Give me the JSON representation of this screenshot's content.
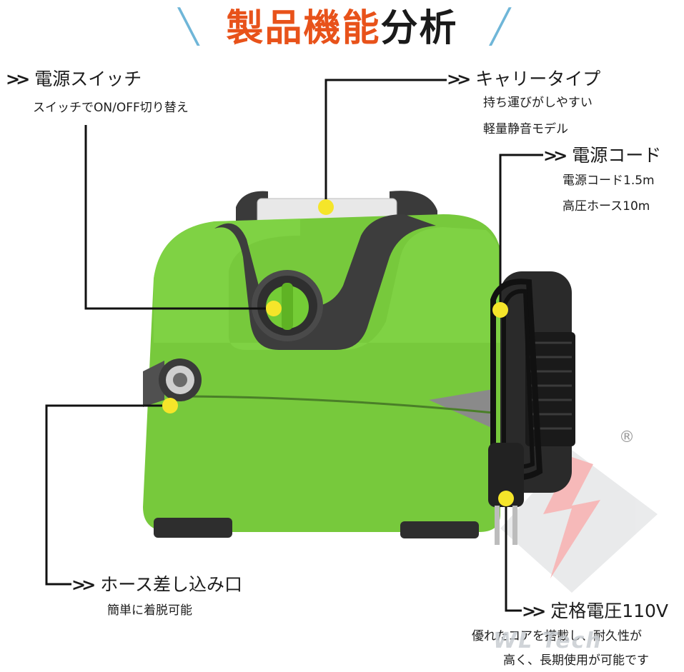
{
  "title": {
    "part1": "製品機能",
    "part2": "分析"
  },
  "callouts": {
    "power_switch": {
      "label": "電源スイッチ",
      "desc": [
        "スイッチでON/OFF切り替え"
      ]
    },
    "carry_type": {
      "label": "キャリータイプ",
      "desc": [
        "持ち運びがしやすい",
        "軽量静音モデル"
      ]
    },
    "power_cord": {
      "label": "電源コード",
      "desc": [
        "電源コード1.5m",
        "高圧ホース10m"
      ]
    },
    "hose_inlet": {
      "label": "ホース差し込み口",
      "desc": [
        "簡単に着脱可能"
      ]
    },
    "voltage": {
      "label": "定格電圧110V",
      "desc": [
        "優れたコアを搭載し、耐久性が",
        "高く、長期使用が可能です"
      ]
    }
  },
  "watermark": "WL Tech",
  "registered_mark": "®",
  "colors": {
    "title_accent": "#e8521a",
    "body_green": "#7ad43c",
    "dot_yellow": "#f5e52a",
    "line": "#111111"
  }
}
